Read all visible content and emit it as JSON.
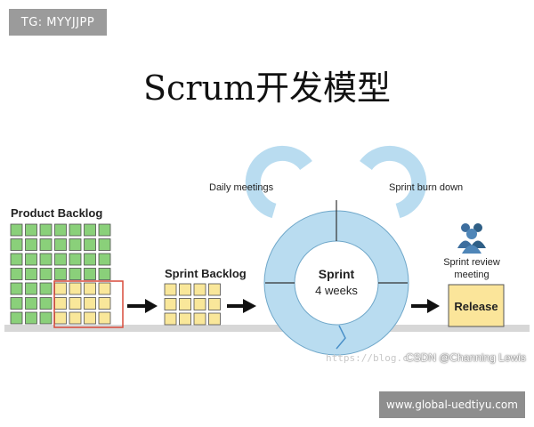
{
  "tag_top": "TG: MYYJJPP",
  "title": "Scrum开发模型",
  "labels": {
    "product_backlog": "Product Backlog",
    "sprint_backlog": "Sprint Backlog",
    "daily_meetings": "Daily meetings",
    "sprint_burn_down": "Sprint burn down",
    "sprint_line1": "Sprint",
    "sprint_line2": "4 weeks",
    "review_line1": "Sprint review",
    "review_line2": "meeting",
    "release": "Release"
  },
  "watermark": "https://blog.c",
  "csdn": "CSDN @Channing Lewis",
  "tag_bottom": "www.global-uedtiyu.com",
  "colors": {
    "green_item": "#8ad07a",
    "yellow_item": "#f9e79a",
    "ring": "#b9dcf0",
    "release": "#fbe59a",
    "highlight": "#d94a3a"
  }
}
